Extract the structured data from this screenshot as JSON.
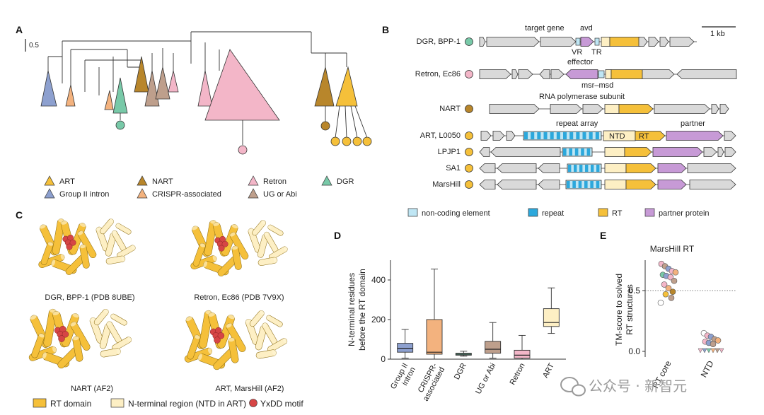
{
  "colors": {
    "art": "#F5C03A",
    "art_dark": "#E4A81E",
    "ntd": "#FDEFC4",
    "group2": "#8DA0CF",
    "nart": "#B8862B",
    "crispr": "#F3B27E",
    "retron": "#F3B6C8",
    "ugabi": "#BE9F8C",
    "dgr": "#78C9A8",
    "noncoding": "#BFE6F4",
    "repeat": "#2CA8DC",
    "partner": "#C79AD6",
    "gene": "#D9D9D9",
    "yxdd": "#D64545"
  },
  "panelA": {
    "label": "A",
    "scale": "0.5",
    "legend": [
      {
        "text": "ART",
        "color": "#F5C03A"
      },
      {
        "text": "Group II intron",
        "color": "#8DA0CF"
      },
      {
        "text": "NART",
        "color": "#B8862B"
      },
      {
        "text": "CRISPR-associated",
        "color": "#F3B27E"
      },
      {
        "text": "Retron",
        "color": "#F3B6C8"
      },
      {
        "text": "UG or Abi",
        "color": "#BE9F8C"
      },
      {
        "text": "DGR",
        "color": "#78C9A8"
      }
    ]
  },
  "panelB": {
    "label": "B",
    "scale": "1 kb",
    "rows": [
      {
        "name": "DGR, BPP-1",
        "color": "#78C9A8"
      },
      {
        "name": "Retron, Ec86",
        "color": "#F3B6C8"
      },
      {
        "name": "NART",
        "color": "#B8862B"
      },
      {
        "name": "ART, L0050",
        "color": "#F5C03A"
      },
      {
        "name": "LPJP1",
        "color": "#F5C03A"
      },
      {
        "name": "SA1",
        "color": "#F5C03A"
      },
      {
        "name": "MarsHill",
        "color": "#F5C03A"
      }
    ],
    "annotations": {
      "target_gene": "target gene",
      "avd": "avd",
      "vr": "VR",
      "tr": "TR",
      "effector": "effector",
      "msr_msd": "msr–msd",
      "rnap": "RNA polymerase subunit",
      "repeat_array": "repeat array",
      "partner": "partner",
      "ntd": "NTD",
      "rt": "RT"
    },
    "legend": [
      {
        "text": "non-coding element",
        "color": "#BFE6F4"
      },
      {
        "text": "repeat",
        "color": "#2CA8DC"
      },
      {
        "text": "RT",
        "color": "#F5C03A"
      },
      {
        "text": "partner protein",
        "color": "#C79AD6"
      }
    ]
  },
  "panelC": {
    "label": "C",
    "structures": [
      {
        "caption": "DGR, BPP-1 (PDB 8UBE)"
      },
      {
        "caption": "Retron, Ec86 (PDB 7V9X)"
      },
      {
        "caption": "NART (AF2)"
      },
      {
        "caption": "ART, MarsHill (AF2)"
      }
    ],
    "legend": [
      {
        "text": "RT domain",
        "color": "#F5C03A"
      },
      {
        "text": "N-terminal region (NTD in ART)",
        "color": "#FDEFC4"
      },
      {
        "text": "YxDD motif",
        "color": "#D64545"
      }
    ]
  },
  "chart_data": [
    {
      "panel": "D",
      "type": "box",
      "ylabel": "N-terminal residues before the RT domain",
      "ylim": [
        0,
        500
      ],
      "yticks": [
        0,
        200,
        400
      ],
      "categories": [
        "Group II intron",
        "CRISPR-associated",
        "DGR",
        "UG or Abi",
        "Retron",
        "ART"
      ],
      "boxes": [
        {
          "min": 5,
          "q1": 35,
          "median": 55,
          "q3": 80,
          "max": 150,
          "color": "#8DA0CF"
        },
        {
          "min": 0,
          "q1": 25,
          "median": 35,
          "q3": 200,
          "max": 455,
          "color": "#F3B27E"
        },
        {
          "min": 15,
          "q1": 20,
          "median": 25,
          "q3": 30,
          "max": 40,
          "color": "#78C9A8"
        },
        {
          "min": 5,
          "q1": 30,
          "median": 50,
          "q3": 90,
          "max": 185,
          "color": "#BE9F8C"
        },
        {
          "min": 0,
          "q1": 5,
          "median": 20,
          "q3": 45,
          "max": 120,
          "color": "#F3B6C8"
        },
        {
          "min": 130,
          "q1": 165,
          "median": 185,
          "q3": 255,
          "max": 360,
          "color": "#FDEFC4"
        }
      ]
    },
    {
      "panel": "E",
      "type": "scatter",
      "title": "MarsHill RT",
      "ylabel": "TM-score to solved RT structures",
      "ylim": [
        0,
        0.75
      ],
      "yticks": [
        0.0,
        0.5
      ],
      "reference_line": 0.5,
      "categories": [
        "RT core",
        "NTD"
      ],
      "points": [
        {
          "cat": 0,
          "y": 0.72,
          "color": "#F3B6C8"
        },
        {
          "cat": 0,
          "y": 0.7,
          "color": "#BE9F8C"
        },
        {
          "cat": 0,
          "y": 0.68,
          "color": "#8DA0CF"
        },
        {
          "cat": 0,
          "y": 0.66,
          "color": "#F3B6C8"
        },
        {
          "cat": 0,
          "y": 0.65,
          "color": "#F3B27E"
        },
        {
          "cat": 0,
          "y": 0.63,
          "color": "#78C9A8"
        },
        {
          "cat": 0,
          "y": 0.62,
          "color": "#8DA0CF"
        },
        {
          "cat": 0,
          "y": 0.61,
          "color": "#F3B6C8"
        },
        {
          "cat": 0,
          "y": 0.58,
          "color": "#BE9F8C"
        },
        {
          "cat": 0,
          "y": 0.55,
          "color": "#F3B6C8"
        },
        {
          "cat": 0,
          "y": 0.52,
          "color": "#F3B27E"
        },
        {
          "cat": 0,
          "y": 0.49,
          "color": "#B8862B"
        },
        {
          "cat": 0,
          "y": 0.47,
          "color": "#F5C03A"
        },
        {
          "cat": 0,
          "y": 0.44,
          "color": "#BE9F8C"
        },
        {
          "cat": 0,
          "y": 0.4,
          "color": "#FFFFFF"
        },
        {
          "cat": 1,
          "y": 0.15,
          "color": "#FFFFFF"
        },
        {
          "cat": 1,
          "y": 0.13,
          "color": "#F3B6C8"
        },
        {
          "cat": 1,
          "y": 0.12,
          "color": "#8DA0CF"
        },
        {
          "cat": 1,
          "y": 0.1,
          "color": "#BE9F8C"
        },
        {
          "cat": 1,
          "y": 0.09,
          "color": "#F3B27E"
        },
        {
          "cat": 1,
          "y": 0.08,
          "color": "#F3B6C8"
        },
        {
          "cat": 1,
          "y": 0.07,
          "color": "#8DA0CF"
        },
        {
          "cat": 1,
          "y": 0.06,
          "color": "#BE9F8C"
        }
      ],
      "floor_markers": [
        "#F3B6C8",
        "#8DA0CF",
        "#78C9A8",
        "#F3B27E",
        "#BE9F8C",
        "#F3B6C8"
      ]
    }
  ],
  "panel_labels": {
    "d": "D",
    "e": "E"
  },
  "watermark": "公众号 · 新智元",
  "watermark_icon": "wechat-icon"
}
